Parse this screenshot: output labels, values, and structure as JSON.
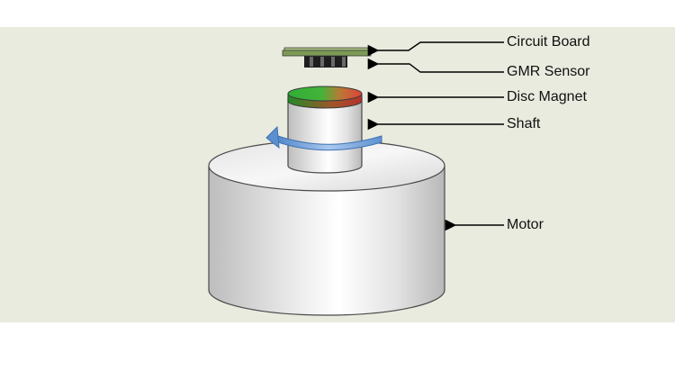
{
  "labels": {
    "circuit_board": "Circuit Board",
    "gmr_sensor": "GMR Sensor",
    "disc_magnet": "Disc Magnet",
    "shaft": "Shaft",
    "motor": "Motor"
  },
  "colors": {
    "background": "#e8ebde",
    "pcb": "#7d9a55",
    "sensor": "#1e1e1e",
    "magnet_north": "#2fae35",
    "magnet_south": "#e0413a",
    "metal_light": "#ffffff",
    "metal_dark": "#c4c4c4",
    "rotation_arrow": "#6f9fd6"
  },
  "icons": {
    "pointer": "arrow-left-icon",
    "rotation": "curved-arrow-icon"
  }
}
